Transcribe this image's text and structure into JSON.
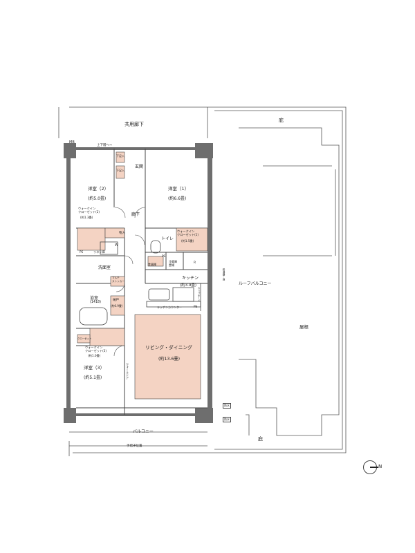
{
  "labels": {
    "corridor": "共用廊下",
    "mb": "MB",
    "floor_sign": "上下階へ→",
    "entrance": "玄関",
    "shoe1": "下足入",
    "shoe2": "下足入",
    "room2": "洋室（2）",
    "room2_size": "(約5.0畳)",
    "room1": "洋室（1）",
    "room1_size": "(約6.6畳)",
    "wic2": "ウォークイン\nクローゼット(2)",
    "wic2_size": "(約1.3畳)",
    "wic1": "ウォークイン\nクローゼット(1)",
    "wic1_size": "(約1.5畳)",
    "hall": "廊下",
    "storage_in": "物入",
    "w": "W",
    "toilet": "トイレ",
    "ps1": "PS",
    "ps2": "PS",
    "ps3": "PS",
    "linen": "リネン庫",
    "washroom": "洗面室",
    "bath": "浴室",
    "bath_size": "(1418)",
    "multi": "マルチ\nストッカー",
    "storage": "納戸",
    "storage_size": "(約0.9畳)",
    "kitchen": "キッチン",
    "kitchen_size": "(約3.9畳)",
    "dish": "食器棚",
    "fridge": "冷蔵庫\n置場",
    "r": "R",
    "counter": "キッチンカウンター",
    "cupboard": "カップボード",
    "living": "リビング・ダイニング",
    "living_size": "(約13.6畳)",
    "wic3": "ウォークイン\nクローゼット(3)",
    "wic3_size": "(約1.0畳)",
    "room3": "洋室（3）",
    "room3_size": "(約5.1畳)",
    "closet": "クローゼット",
    "sliding": "ウォールドア",
    "roof_balcony": "ルーフバルコニー",
    "balcony": "バルコニー",
    "roof1": "庇",
    "roof2": "屋根",
    "roof3": "庇",
    "handrail": "手摺子位置",
    "outlet1": "防水",
    "outlet2": "防水",
    "gas": "給湯器・扉",
    "compass": "N"
  },
  "colors": {
    "accent": "#f4d3c3",
    "accent_dark": "#e9b8a2",
    "wall": "#6e6e6e",
    "line": "#444444"
  }
}
